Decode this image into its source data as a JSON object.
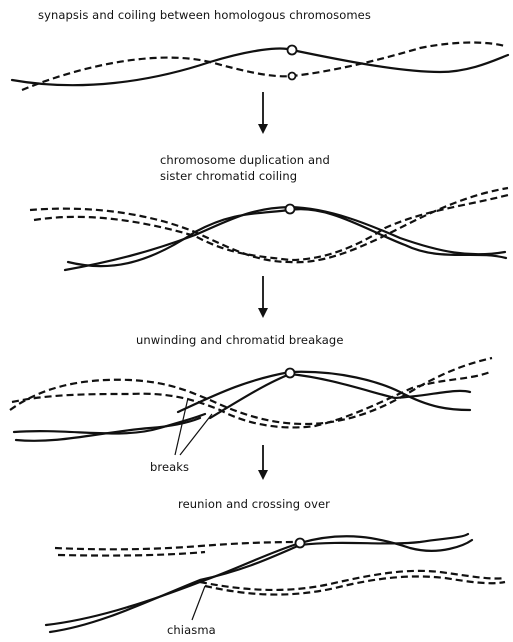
{
  "stages": [
    {
      "id": "stage1",
      "label": "synapsis and coiling between homologous chromosomes"
    },
    {
      "id": "stage2",
      "label_line1": "chromosome duplication and",
      "label_line2": "sister chromatid coiling"
    },
    {
      "id": "stage3",
      "label": "unwinding and chromatid breakage"
    },
    {
      "id": "stage4",
      "label": "reunion and crossing over"
    }
  ],
  "annotations": {
    "breaks": "breaks",
    "chiasma": "chiasma"
  },
  "line_styles": {
    "chromosome_a": "solid",
    "chromosome_b": "dashed"
  },
  "colors": {
    "ink": "#111111",
    "background": "#ffffff"
  }
}
